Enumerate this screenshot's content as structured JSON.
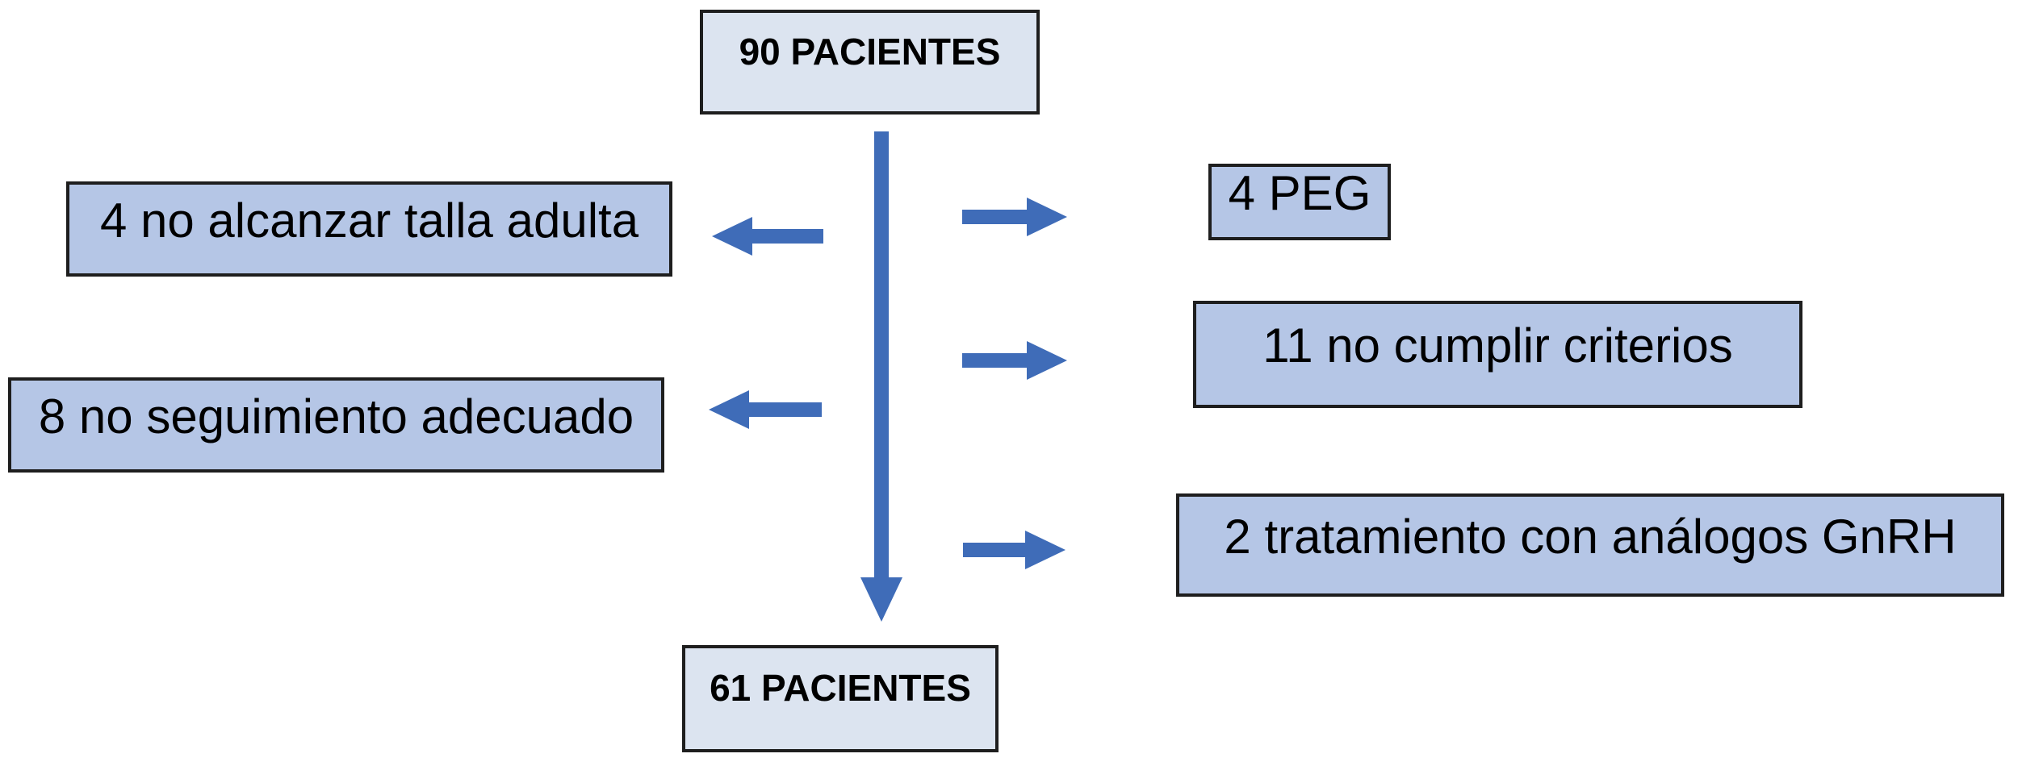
{
  "diagram": {
    "nodes": {
      "top": {
        "label": "90 PACIENTES"
      },
      "bottom": {
        "label": "61 PACIENTES"
      },
      "left": [
        {
          "label": "4 no alcanzar talla adulta"
        },
        {
          "label": "8 no seguimiento adecuado"
        }
      ],
      "right": [
        {
          "label": "4 PEG"
        },
        {
          "label": "11 no cumplir criterios"
        },
        {
          "label": "2 tratamiento con análogos GnRH"
        }
      ]
    },
    "icons": {
      "down_arrow": "down-arrow",
      "left_arrow": "left-arrow",
      "right_arrow": "right-arrow"
    },
    "colors": {
      "arrow_blue": "#3f6cb8",
      "main_node_fill": "#dce4f0",
      "side_node_fill": "#b5c6e6",
      "node_border": "#1e1e1e",
      "text": "#000000",
      "background": "#ffffff"
    }
  }
}
